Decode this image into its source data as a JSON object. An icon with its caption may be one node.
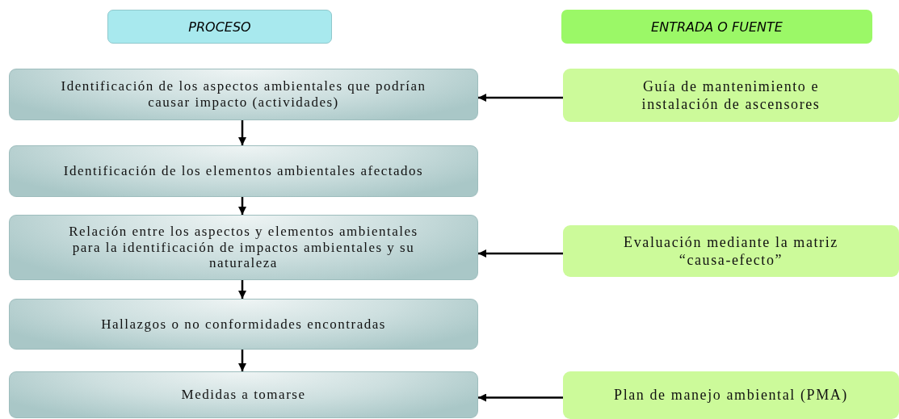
{
  "diagram": {
    "nodes": [
      {
        "text": [
          "PROCESO"
        ]
      },
      {
        "text": [
          "ENTRADA O FUENTE"
        ]
      },
      {
        "text": [
          "Identificación de los aspectos ambientales que podrían causar impacto (actividades)"
        ]
      },
      {
        "text": [
          "Guía de mantenimiento e instalación de ascensores"
        ]
      },
      {
        "text": [
          "Identificación de los elementos ambientales afectados"
        ]
      },
      {
        "text": [
          "Relación entre los aspectos y elementos ambientales para la identificación de impactos ambientales y su naturaleza"
        ]
      },
      {
        "text": [
          "Evaluación mediante la matriz “causa-efecto”"
        ]
      },
      {
        "text": [
          "Hallazgos o no conformidades encontradas"
        ]
      },
      {
        "text": [
          "Medidas a tomarse"
        ]
      },
      {
        "text": [
          "Plan de manejo ambiental (PMA)"
        ]
      }
    ],
    "edges": [
      {
        "from": 2,
        "to": 4,
        "arrow": "to"
      },
      {
        "from": 4,
        "to": 5,
        "arrow": "to"
      },
      {
        "from": 5,
        "to": 7,
        "arrow": "to"
      },
      {
        "from": 7,
        "to": 8,
        "arrow": "to"
      },
      {
        "from": 3,
        "to": 2,
        "arrow": "to"
      },
      {
        "from": 6,
        "to": 5,
        "arrow": "to"
      },
      {
        "from": 9,
        "to": 8,
        "arrow": "to"
      }
    ]
  }
}
